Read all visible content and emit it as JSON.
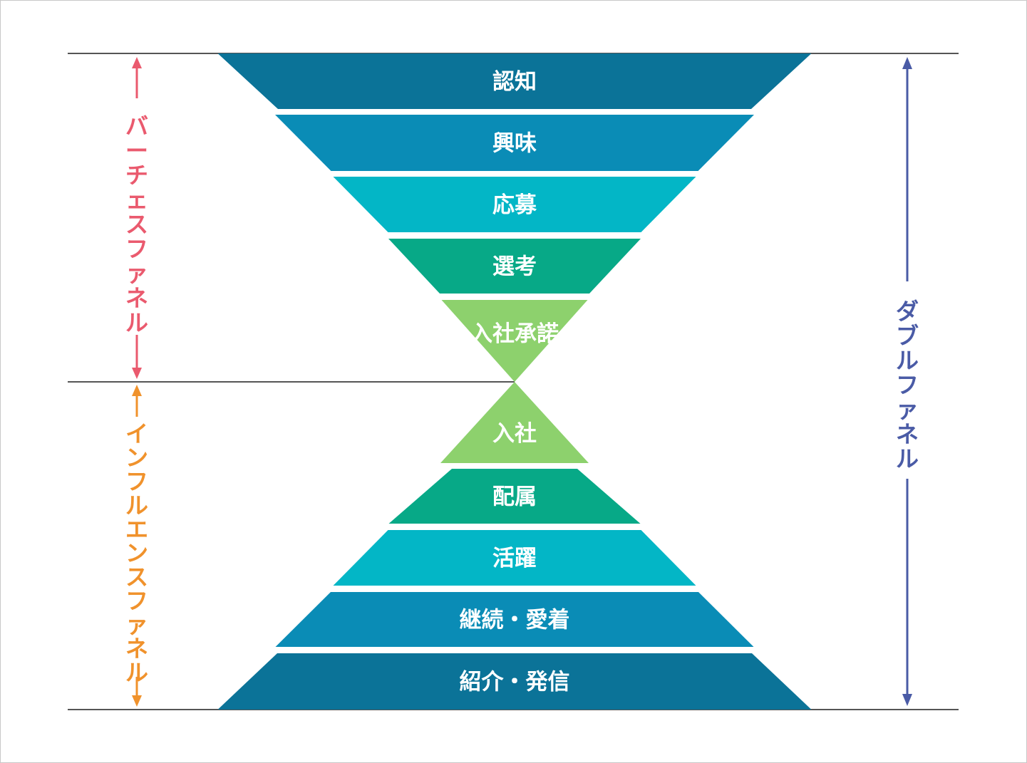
{
  "stages_top": [
    {
      "label": "認知",
      "color": "#0b7398"
    },
    {
      "label": "興味",
      "color": "#0a8cb6"
    },
    {
      "label": "応募",
      "color": "#03b6c6"
    },
    {
      "label": "選考",
      "color": "#07a987"
    },
    {
      "label": "入社承諾",
      "color": "#8dd16d"
    }
  ],
  "stages_bottom": [
    {
      "label": "入社",
      "color": "#8dd16d"
    },
    {
      "label": "配属",
      "color": "#07a987"
    },
    {
      "label": "活躍",
      "color": "#03b6c6"
    },
    {
      "label": "継続・愛着",
      "color": "#0a8cb6"
    },
    {
      "label": "紹介・発信",
      "color": "#0b7398"
    }
  ],
  "left_upper": {
    "label": "バーチェスファネル",
    "color": "#ea5a6e"
  },
  "left_lower": {
    "label": "インフルエンスファネル",
    "color": "#f0922c"
  },
  "right": {
    "label": "ダブルファネル",
    "color": "#4a5ba6"
  }
}
